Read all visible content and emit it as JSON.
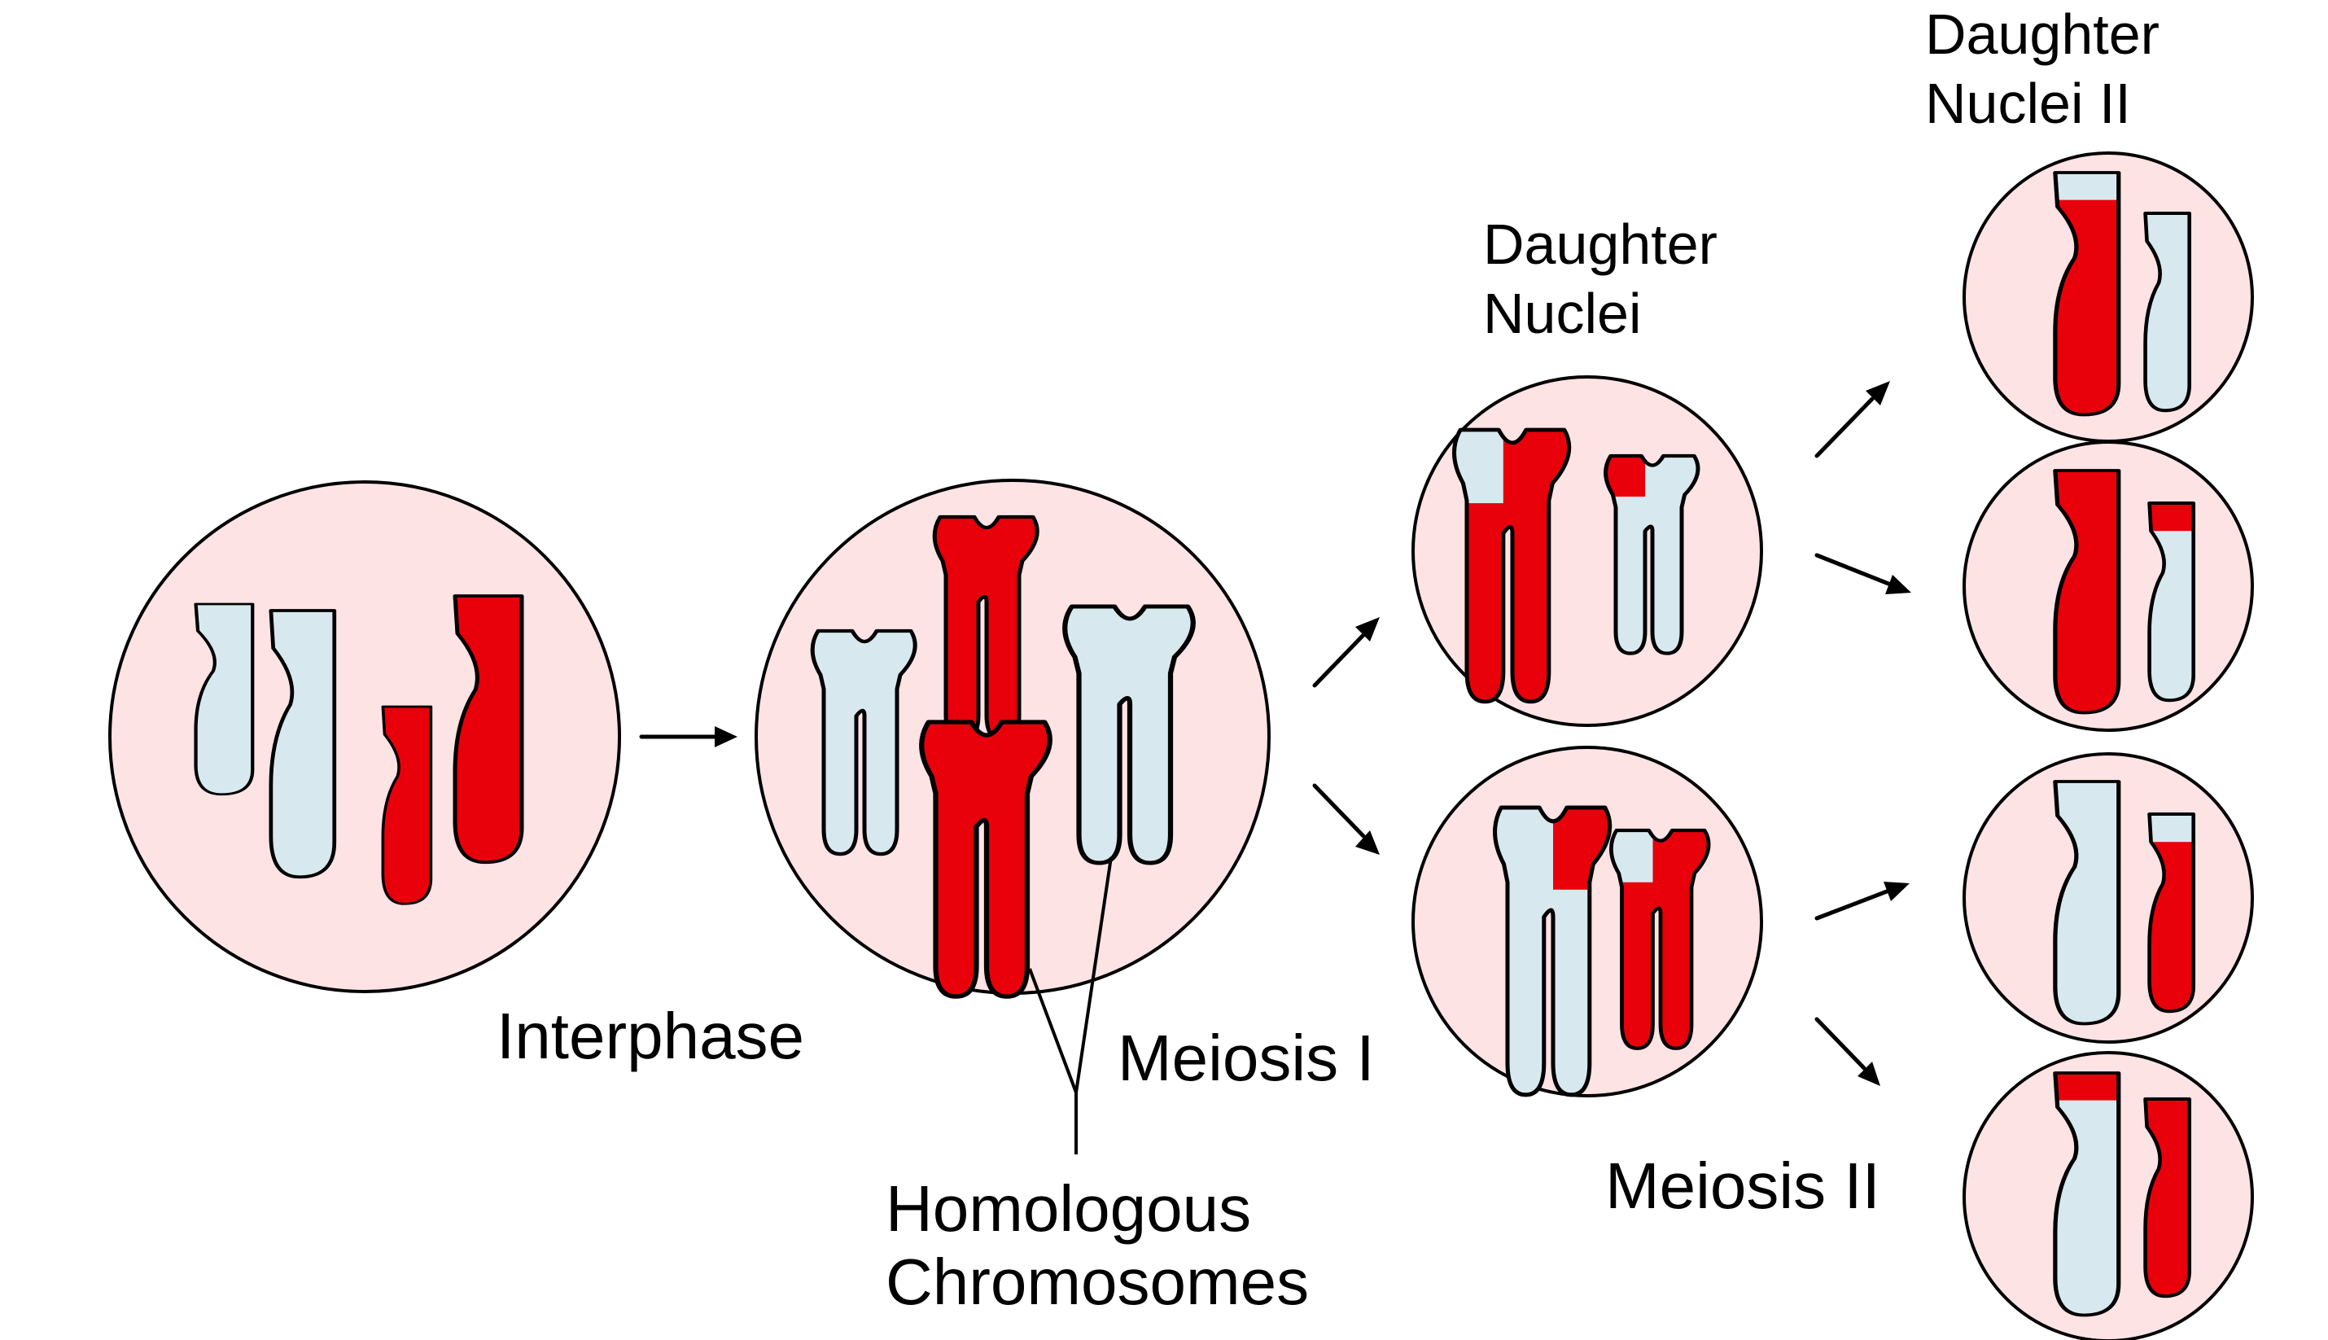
{
  "labels": {
    "interphase": "Interphase",
    "meiosis_1": "Meiosis I",
    "meiosis_2": "Meiosis II",
    "homologous_line1": "Homologous",
    "homologous_line2": "Chromosomes",
    "daughter_nuclei_line1": "Daughter",
    "daughter_nuclei_line2": "Nuclei",
    "daughter_nuclei_2_line1": "Daughter",
    "daughter_nuclei_2_line2": "Nuclei II"
  },
  "colors": {
    "cell_fill": "#fde3e4",
    "outline": "#000000",
    "chromosome_red": "#e8000b",
    "chromosome_blue": "#d7e9ef"
  }
}
